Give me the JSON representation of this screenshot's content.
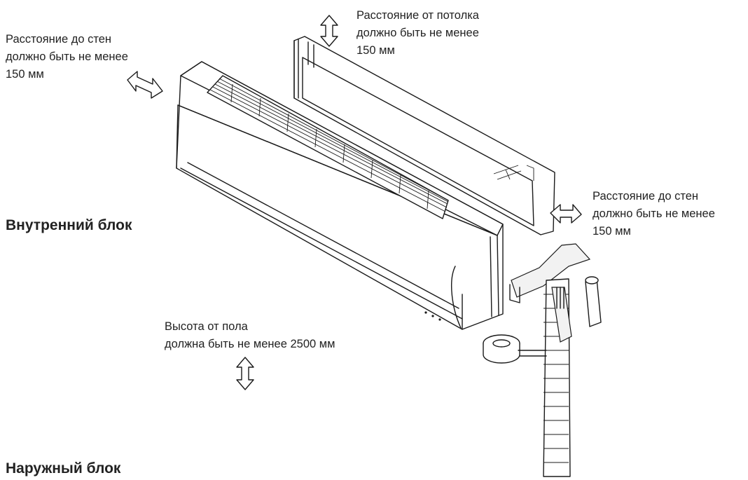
{
  "labels": {
    "wall_left": [
      "Расстояние до стен",
      "должно быть не менее",
      "150 мм"
    ],
    "ceiling": [
      "Расстояние от потолка",
      "должно быть не менее",
      "150 мм"
    ],
    "wall_right": [
      "Расстояние до стен",
      "должно быть не менее",
      "150 мм"
    ],
    "floor": [
      "Высота от пола",
      "должна быть не менее 2500 мм"
    ]
  },
  "headings": {
    "indoor": "Внутренний блок",
    "outdoor": "Наружный блок"
  },
  "colors": {
    "line": "#1a1a1a",
    "text": "#222222",
    "background": "#ffffff"
  }
}
